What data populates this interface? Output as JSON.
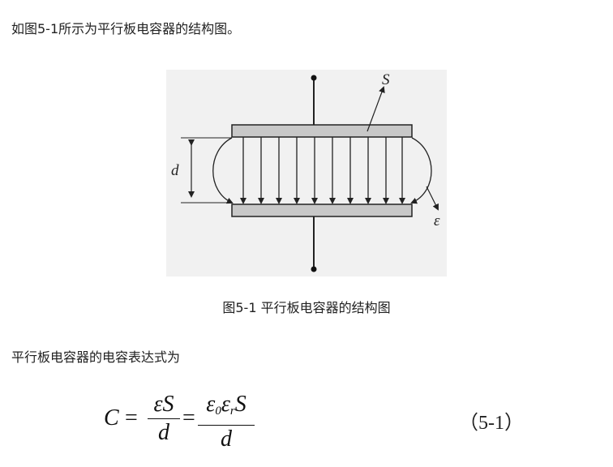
{
  "intro_text": "如图5-1所示为平行板电容器的结构图。",
  "figure": {
    "caption": "图5-1 平行板电容器的结构图",
    "label_area": "S",
    "label_distance": "d",
    "label_field": "ε"
  },
  "expression_intro": "平行板电容器的电容表达式为",
  "equation": {
    "lhs": "C",
    "equals": "=",
    "frac1_num": "εS",
    "frac1_den": "d",
    "frac2_num_eps0": "ε",
    "frac2_num_sub0": "0",
    "frac2_num_epsr": "ε",
    "frac2_num_subr": "r",
    "frac2_num_S": "S",
    "frac2_den": "d",
    "number": "（5-1）"
  }
}
